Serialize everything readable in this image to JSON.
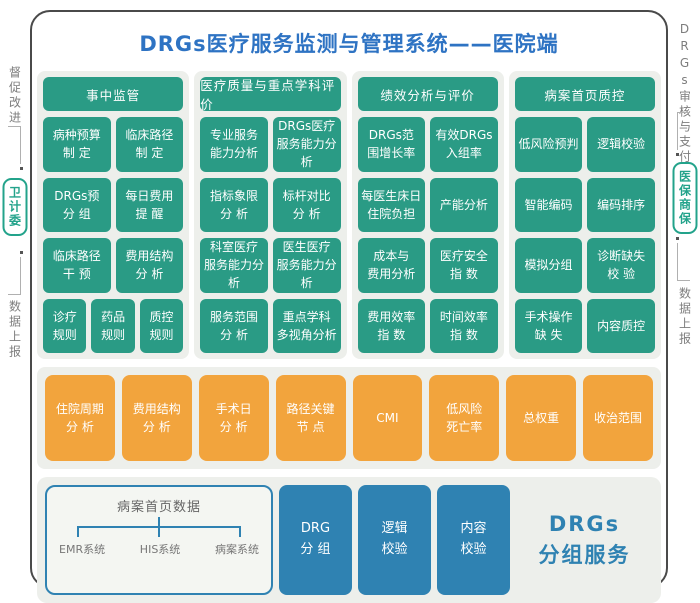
{
  "title": "DRGs医疗服务监测与管理系统——医院端",
  "left_rail": {
    "top_label": "督促改进",
    "badge": "卫计委",
    "bottom_label": "数据上报"
  },
  "right_rail": {
    "top_label": "DRGs审核与支付",
    "badge": "医保商保",
    "bottom_label": "数据上报"
  },
  "columns": [
    {
      "header": "事中监管",
      "rows": [
        [
          "病种预算\n制 定",
          "临床路径\n制 定"
        ],
        [
          "DRGs预\n分 组",
          "每日费用\n提 醒"
        ],
        [
          "临床路径\n干 预",
          "费用结构\n分 析"
        ],
        [
          "诊疗\n规则",
          "药品\n规则",
          "质控\n规则"
        ]
      ]
    },
    {
      "header": "医疗质量与重点学科评价",
      "rows": [
        [
          "专业服务\n能力分析",
          "DRGs医疗\n服务能力分析"
        ],
        [
          "指标象限\n分 析",
          "标杆对比\n分 析"
        ],
        [
          "科室医疗\n服务能力分析",
          "医生医疗\n服务能力分析"
        ],
        [
          "服务范围\n分 析",
          "重点学科\n多视角分析"
        ]
      ]
    },
    {
      "header": "绩效分析与评价",
      "rows": [
        [
          "DRGs范\n围增长率",
          "有效DRGs\n入组率"
        ],
        [
          "每医生床日\n住院负担",
          "产能分析"
        ],
        [
          "成本与\n费用分析",
          "医疗安全\n指 数"
        ],
        [
          "费用效率\n指 数",
          "时间效率\n指 数"
        ]
      ]
    },
    {
      "header": "病案首页质控",
      "rows": [
        [
          "低风险预判",
          "逻辑校验"
        ],
        [
          "智能编码",
          "编码排序"
        ],
        [
          "模拟分组",
          "诊断缺失\n校 验"
        ],
        [
          "手术操作\n缺 失",
          "内容质控"
        ]
      ]
    }
  ],
  "metrics_row": [
    "住院周期\n分 析",
    "费用结构\n分 析",
    "手术日\n分 析",
    "路径关键\n节 点",
    "CMI",
    "低风险\n死亡率",
    "总权重",
    "收治范围"
  ],
  "bottom": {
    "source_panel": {
      "title": "病案首页数据",
      "systems": [
        "EMR系统",
        "HIS系统",
        "病案系统"
      ]
    },
    "service_steps": [
      "DRG\n分 组",
      "逻辑\n校验",
      "内容\n校验"
    ],
    "service_label": "DRGs\n分组服务"
  },
  "colors": {
    "teal": "#2a9b85",
    "orange": "#f2a43d",
    "blue": "#2f82b2",
    "panel_gray": "#edefeb",
    "frame_border": "#4a4a4a",
    "title_blue": "#2e73c3",
    "rail_text": "#7d7d7d",
    "badge_teal": "#23a38b"
  }
}
